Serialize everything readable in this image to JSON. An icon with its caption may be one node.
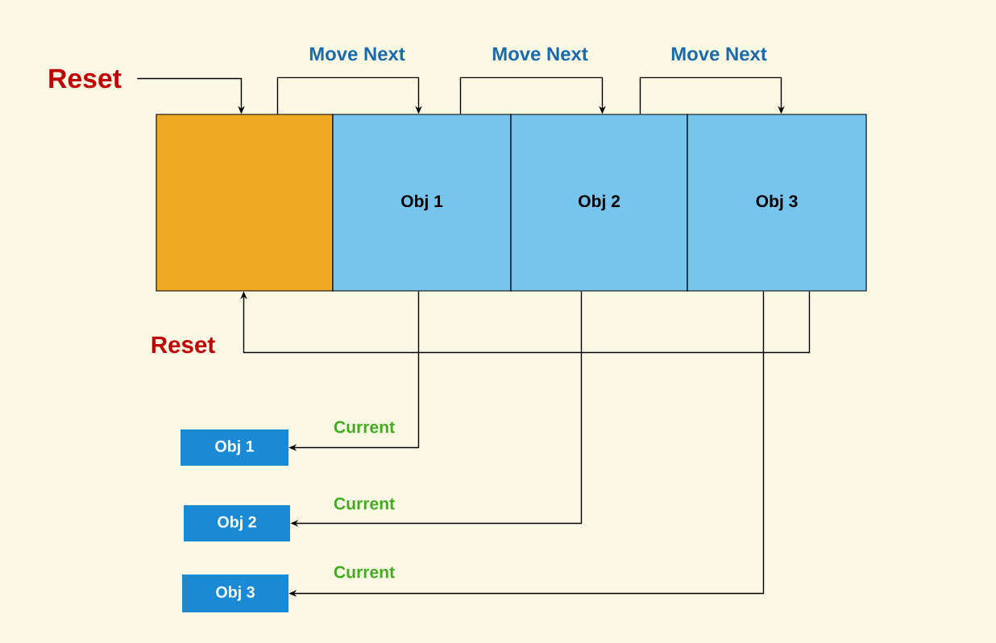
{
  "diagram": {
    "nodes": [
      {
        "text": [
          "Reset"
        ]
      },
      {
        "text": [],
        "shape": "box"
      },
      {
        "text": [
          "Obj 1"
        ]
      },
      {
        "text": [
          "Obj 2"
        ]
      },
      {
        "text": [
          "Obj 3"
        ]
      },
      {
        "text": [
          "Obj 1"
        ]
      },
      {
        "text": [
          "Obj 2"
        ]
      },
      {
        "text": [
          "Obj 3"
        ]
      }
    ],
    "edges": [
      {
        "from": 0,
        "to": 1,
        "arrow": "to"
      },
      {
        "from": 1,
        "to": 2,
        "arrow": "to",
        "label": "Move Next"
      },
      {
        "from": 2,
        "to": 3,
        "arrow": "to",
        "label": "Move Next"
      },
      {
        "from": 3,
        "to": 4,
        "arrow": "to",
        "label": "Move Next"
      },
      {
        "from": 4,
        "to": 1,
        "arrow": "to",
        "label": "Reset"
      },
      {
        "from": 2,
        "to": 5,
        "arrow": "to",
        "label": "Current"
      },
      {
        "from": 3,
        "to": 6,
        "arrow": "to",
        "label": "Current"
      },
      {
        "from": 4,
        "to": 7,
        "arrow": "to",
        "label": "Current"
      }
    ]
  }
}
